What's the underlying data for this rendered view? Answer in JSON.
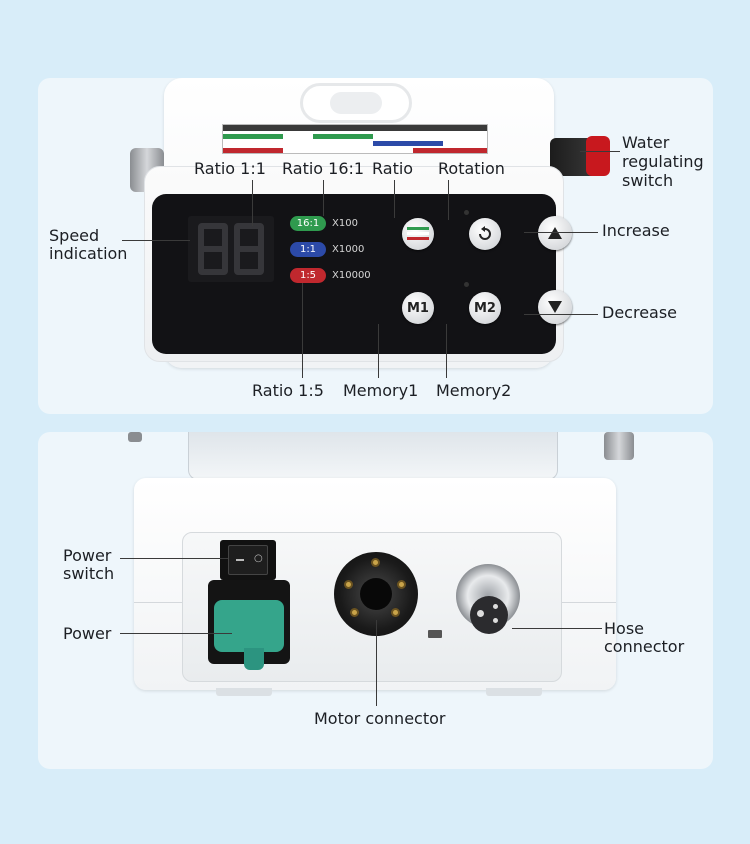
{
  "top": {
    "labels": {
      "ratio_1_1": "Ratio 1:1",
      "ratio_16_1": "Ratio 16:1",
      "ratio": "Ratio",
      "rotation": "Rotation",
      "water_line1": "Water",
      "water_line2": "regulating",
      "water_line3": "switch",
      "speed_line1": "Speed",
      "speed_line2": "indication",
      "increase": "Increase",
      "decrease": "Decrease",
      "ratio_1_5": "Ratio 1:5",
      "memory1": "Memory1",
      "memory2": "Memory2"
    },
    "device": {
      "pill_16_1": "16:1",
      "mult_100": "X100",
      "pill_1_1": "1:1",
      "mult_1000": "X1000",
      "pill_1_5": "1:5",
      "mult_10000": "X10000",
      "btn_m1": "M1",
      "btn_m2": "M2",
      "btn_on": "○"
    },
    "colors": {
      "pill_green": "#2f9a4e",
      "pill_blue": "#2c4aa8",
      "pill_red": "#c0282e",
      "knob_red": "#c8181e"
    }
  },
  "bottom": {
    "labels": {
      "power_switch_line1": "Power",
      "power_switch_line2": "switch",
      "power": "Power",
      "hose_line1": "Hose",
      "hose_line2": "connector",
      "motor": "Motor connector"
    },
    "device": {
      "switch_mark": "○"
    },
    "colors": {
      "plug_green": "#35a58b"
    }
  }
}
